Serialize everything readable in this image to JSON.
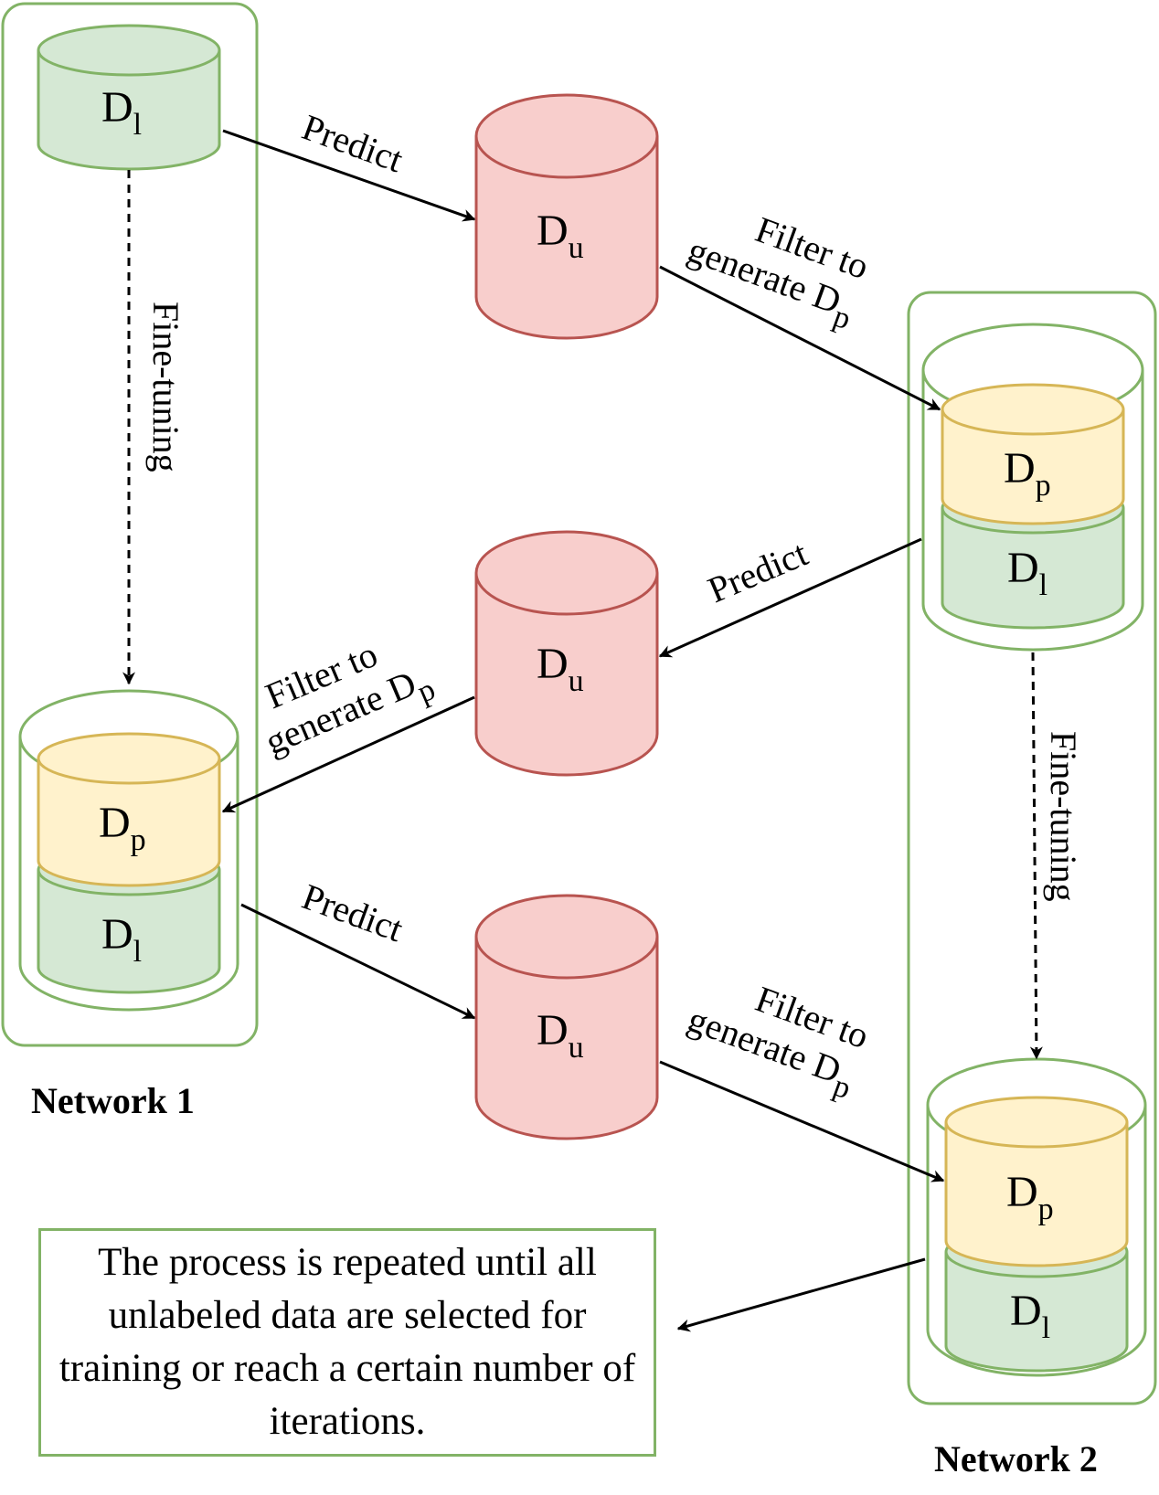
{
  "colors": {
    "green_stroke": "#82b366",
    "green_fill": "#d5e8d4",
    "red_stroke": "#b85450",
    "red_fill": "#f8cecc",
    "yellow_stroke": "#d6b656",
    "yellow_fill": "#fff2cc"
  },
  "datasets": {
    "labeled": {
      "main": "D",
      "sub": "l"
    },
    "unlabeled": {
      "main": "D",
      "sub": "u"
    },
    "pseudo": {
      "main": "D",
      "sub": "p"
    }
  },
  "edges": {
    "predict": "Predict",
    "filter_line1": "Filter to",
    "filter_line2_main": "generate D",
    "filter_line2_sub": "p",
    "fine_tuning": "Fine-tuning"
  },
  "networks": {
    "network1": "Network 1",
    "network2": "Network 2"
  },
  "note": "The process is repeated until all unlabeled data are selected for training or reach a certain number of iterations."
}
